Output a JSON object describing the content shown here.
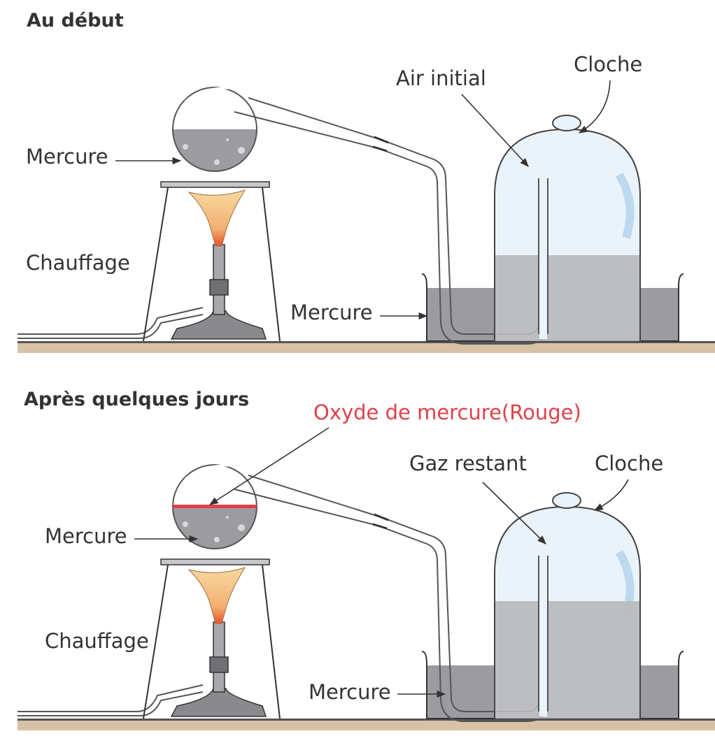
{
  "panels": [
    {
      "title": "Au début",
      "labels": {
        "flask_mercury": "Mercure",
        "heating": "Chauffage",
        "gas": "Air initial",
        "bell": "Cloche",
        "trough_mercury": "Mercure"
      }
    },
    {
      "title": "Après quelques jours",
      "labels": {
        "oxide": "Oxyde de mercure(Rouge)",
        "flask_mercury": "Mercure",
        "heating": "Chauffage",
        "gas": "Gaz restant",
        "bell": "Cloche",
        "trough_mercury": "Mercure"
      }
    }
  ],
  "colors": {
    "mercury": "#9c9ca0",
    "glass": "#eaf3fa",
    "table": "#d8c2a6",
    "flame": "#f2c27a",
    "oxide": "#e0404a"
  }
}
